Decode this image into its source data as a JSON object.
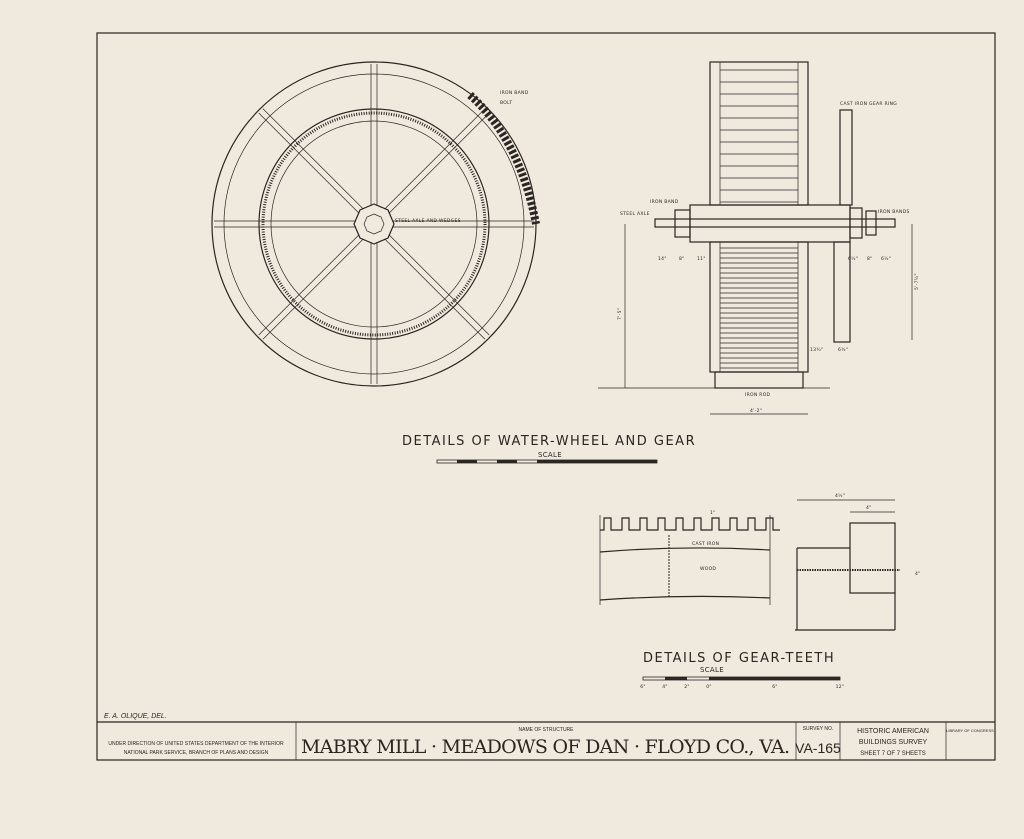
{
  "wheel_view": {
    "label_iron_band": "IRON BAND",
    "label_bolt": "BOLT",
    "label_axle": "STEEL AXLE AND WEDGES"
  },
  "side_view": {
    "label_gear_ring": "CAST IRON GEAR RING",
    "label_iron_band": "IRON BAND",
    "label_steel_axle": "STEEL AXLE",
    "label_iron_bands": "IRON BANDS",
    "label_iron_rod": "IRON ROD",
    "dim_height": "7'-5\"",
    "dim_gear": "5'-7½\"",
    "dim_width": "4'-2\"",
    "dim_left": [
      "14\"",
      "8\"",
      "11\""
    ],
    "dim_right": [
      "6½\"",
      "8\"",
      "6½\""
    ],
    "dim_bottom": [
      "13¾\"",
      "6¾\""
    ]
  },
  "waterwheel_title": "DETAILS OF WATER-WHEEL AND GEAR",
  "waterwheel_scale": "SCALE",
  "gear_teeth": {
    "label_cast_iron": "CAST IRON",
    "label_wood": "WOOD",
    "dim_overall": "4½\"",
    "dim_block": "4\"",
    "dim_tooth": "1\"",
    "dim_height": "4\""
  },
  "gearteeth_title": "DETAILS OF GEAR-TEETH",
  "gearteeth_scale": "SCALE",
  "gearteeth_scale_ticks": [
    "6\"",
    "4\"",
    "2\"",
    "0\"",
    "6\"",
    "12\""
  ],
  "delineator": "E. A. OLIQUE, DEL.",
  "title_block": {
    "agency": "UNDER DIRECTION OF UNITED STATES DEPARTMENT OF THE INTERIOR",
    "agency2": "NATIONAL PARK SERVICE, BRANCH OF PLANS AND DESIGN",
    "name_label": "NAME OF STRUCTURE",
    "structure_name": "MABRY MILL · MEADOWS OF DAN · FLOYD CO., VA.",
    "survey_label": "SURVEY NO.",
    "survey_no": "VA-165",
    "org1": "HISTORIC AMERICAN",
    "org2": "BUILDINGS SURVEY",
    "sheet": "SHEET 7 OF 7 SHEETS",
    "library": "LIBRARY OF CONGRESS"
  }
}
